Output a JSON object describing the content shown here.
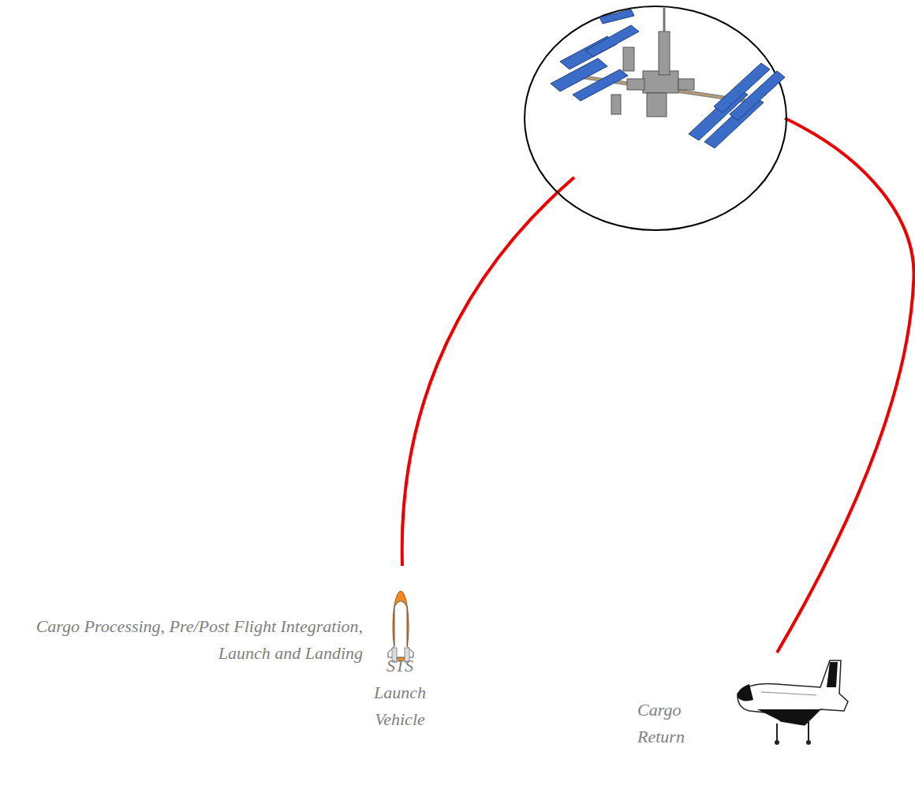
{
  "diagram": {
    "labels": [
      "Cargo Processing, Pre/Post Flight Integration, Launch and Landing",
      "STS Launch Vehicle",
      "Cargo Return"
    ]
  }
}
